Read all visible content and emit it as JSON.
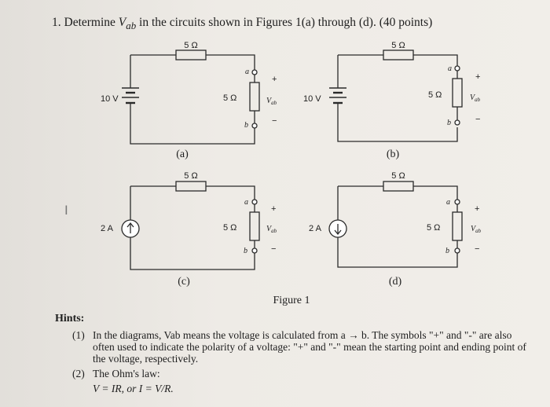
{
  "question": {
    "prefix": "1. Determine ",
    "var": "V",
    "sub": "ab",
    "rest": " in the circuits shown in Figures 1(a) through (d). (40 points)"
  },
  "circuits": {
    "a": {
      "caption": "(a)",
      "source": "10 V",
      "r_top": "5 Ω",
      "r_side": "5 Ω"
    },
    "b": {
      "caption": "(b)",
      "source": "10 V",
      "r_top": "5 Ω",
      "r_side": "5 Ω"
    },
    "c": {
      "caption": "(c)",
      "source": "2 A",
      "r_top": "5 Ω",
      "r_side": "5 Ω"
    },
    "d": {
      "caption": "(d)",
      "source": "2 A",
      "r_top": "5 Ω",
      "r_side": "5 Ω"
    }
  },
  "terminal_a": "a",
  "terminal_b": "b",
  "plus": "+",
  "minus": "−",
  "vab_var": "V",
  "vab_sub": "ab",
  "figure_caption": "Figure 1",
  "stray_mark": "I",
  "hints": {
    "heading": "Hints:",
    "item1_num": "(1)",
    "item1_text": "In the diagrams, Vab means the voltage is calculated from a → b. The symbols \"+\" and \"-\" are also often used to indicate the polarity of a voltage: \"+\" and \"-\" mean the starting point and ending point of the voltage, respectively.",
    "item2_num": "(2)",
    "item2_text": "The Ohm's law:",
    "law": "V = IR, or I = V/R."
  }
}
